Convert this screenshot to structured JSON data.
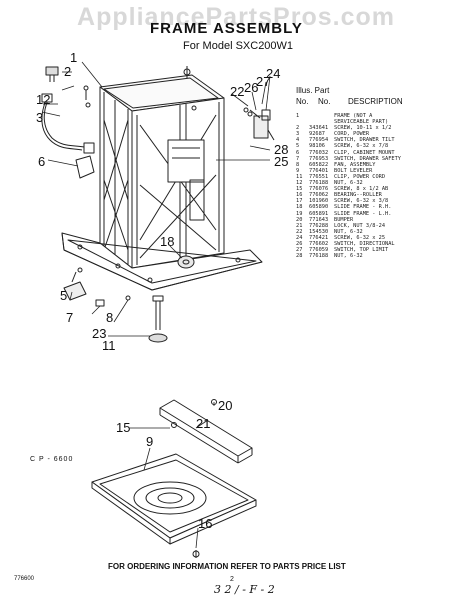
{
  "watermark": "AppliancePartsPros.com",
  "title": "FRAME ASSEMBLY",
  "model": "For Model SXC200W1",
  "table_header": {
    "illus_line1": "Illus. Part",
    "no1": "No.",
    "no2": "No.",
    "description": "DESCRIPTION"
  },
  "parts": [
    {
      "no": "1",
      "part": "",
      "desc": "FRAME (NOT A"
    },
    {
      "no": "",
      "part": "",
      "desc": "SERVICEABLE PART)"
    },
    {
      "no": "2",
      "part": "343641",
      "desc": "SCREW, 10-11 x 1/2"
    },
    {
      "no": "3",
      "part": "92687",
      "desc": "CORD, POWER"
    },
    {
      "no": "4",
      "part": "776954",
      "desc": "SWITCH, DRAWER TILT"
    },
    {
      "no": "5",
      "part": "98106",
      "desc": "SCREW, 6-32 x 7/8"
    },
    {
      "no": "6",
      "part": "776032",
      "desc": "CLIP, CABINET MOUNT"
    },
    {
      "no": "7",
      "part": "776953",
      "desc": "SWITCH, DRAWER SAFETY"
    },
    {
      "no": "8",
      "part": "605822",
      "desc": "FAN, ASSEMBLY"
    },
    {
      "no": "9",
      "part": "776401",
      "desc": "BOLT LEVELER"
    },
    {
      "no": "11",
      "part": "776551",
      "desc": "CLIP, POWER CORD"
    },
    {
      "no": "12",
      "part": "776188",
      "desc": "NUT, 6-32"
    },
    {
      "no": "15",
      "part": "776076",
      "desc": "SCREW, 8 x 1/2 AB"
    },
    {
      "no": "16",
      "part": "776062",
      "desc": "BEARING--ROLLER"
    },
    {
      "no": "17",
      "part": "101960",
      "desc": "SCREW, 6-32 x 3/8"
    },
    {
      "no": "18",
      "part": "605890",
      "desc": "SLIDE FRAME - R.H."
    },
    {
      "no": "19",
      "part": "605891",
      "desc": "SLIDE FRAME - L.H."
    },
    {
      "no": "20",
      "part": "771643",
      "desc": "BUMPER"
    },
    {
      "no": "21",
      "part": "776288",
      "desc": "LOCK, NUT 3/8-24"
    },
    {
      "no": "22",
      "part": "154530",
      "desc": "NUT, 6-32"
    },
    {
      "no": "24",
      "part": "776421",
      "desc": "SCREW, 6-32 x 25"
    },
    {
      "no": "26",
      "part": "776602",
      "desc": "SWITCH, DIRECTIONAL"
    },
    {
      "no": "27",
      "part": "776059",
      "desc": "SWITCH, TOP LIMIT"
    },
    {
      "no": "28",
      "part": "776188",
      "desc": "NUT, 6-32"
    }
  ],
  "callouts": {
    "c1": "1",
    "c2": "2",
    "c3": "3",
    "c6": "6",
    "c12": "12",
    "c22": "22",
    "c24": "24",
    "c25": "25",
    "c26": "26",
    "c27": "27",
    "c28": "28",
    "c5": "5",
    "c7": "7",
    "c8": "8",
    "c11": "11",
    "c18": "18",
    "c23": "23",
    "c15": "15",
    "c9": "9",
    "c21": "21",
    "c20": "20",
    "c16": "16"
  },
  "cp_label": "C P - 6600",
  "footer_note": "FOR ORDERING INFORMATION REFER TO PARTS PRICE LIST",
  "footer_code": "776600",
  "page_num": "2",
  "handwritten": "3 2 / - F - 2"
}
